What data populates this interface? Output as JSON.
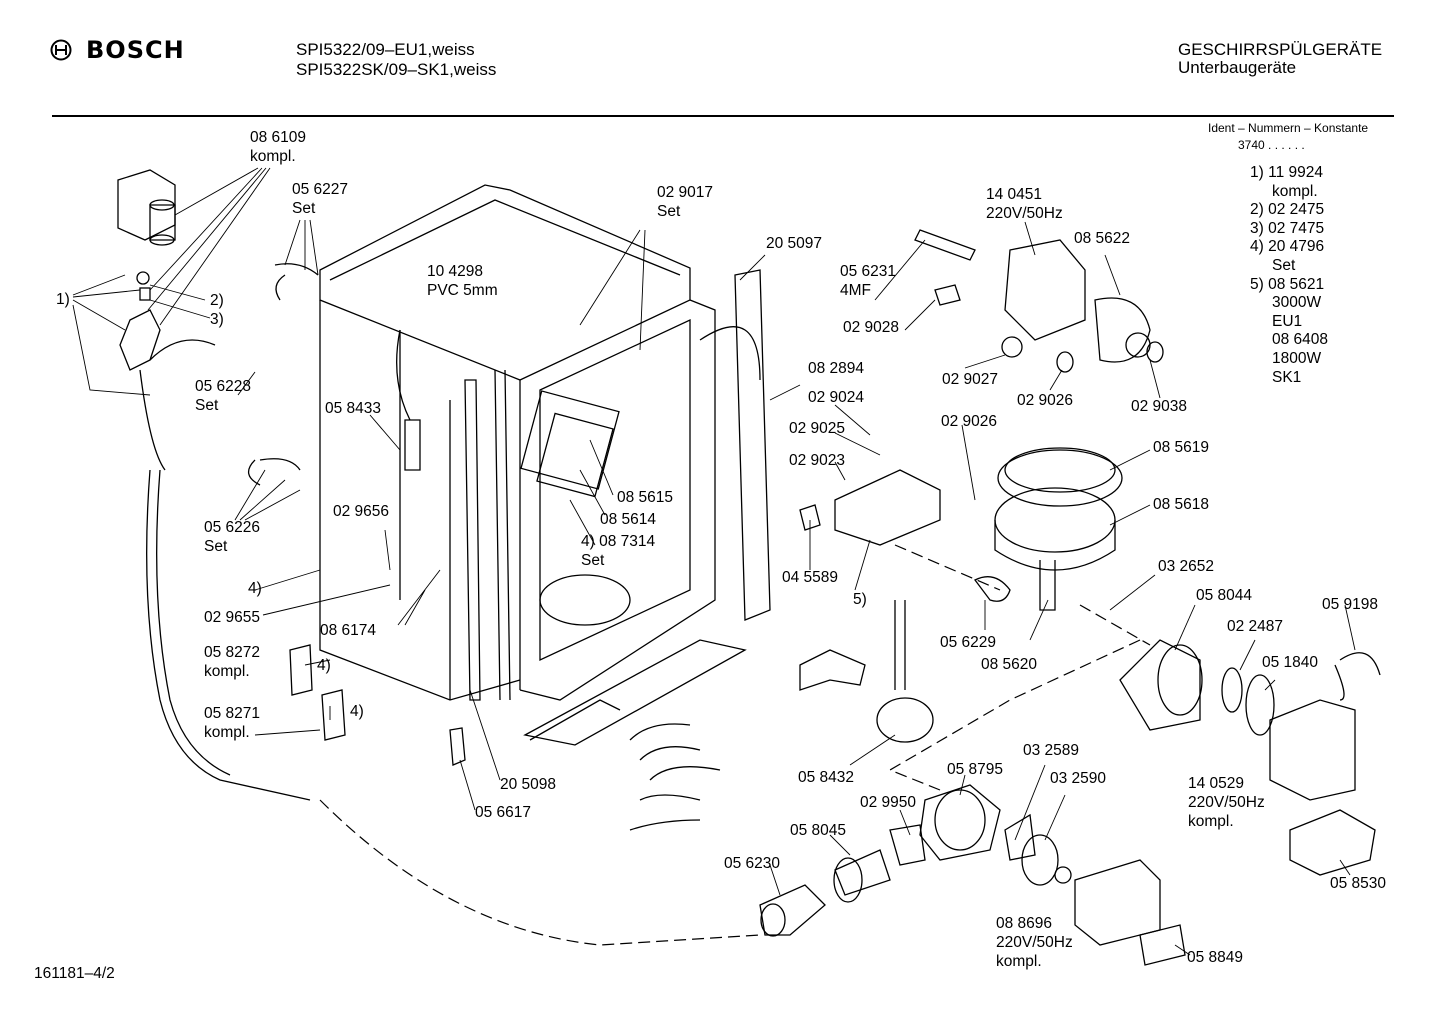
{
  "header": {
    "brand": "BOSCH",
    "model_lines": [
      "SPI5322/09–EU1,weiss",
      "SPI5322SK/09–SK1,weiss"
    ],
    "category": "GESCHIRRSPÜLGERÄTE",
    "subcategory": "Unterbaugeräte"
  },
  "ident": {
    "heading": "Ident – Nummern – Konstante",
    "code": "3740 . .   . . . .",
    "entries": [
      {
        "key": "1)",
        "lines": [
          "11 9924",
          "kompl."
        ]
      },
      {
        "key": "2)",
        "lines": [
          "02 2475"
        ]
      },
      {
        "key": "3)",
        "lines": [
          "02 7475"
        ]
      },
      {
        "key": "4)",
        "lines": [
          "20 4796",
          "Set"
        ]
      },
      {
        "key": "5)",
        "lines": [
          "08 5621",
          "3000W",
          "EU1",
          "08 6408",
          "1800W",
          "SK1"
        ]
      }
    ]
  },
  "parts": [
    {
      "id": "p086109",
      "text": "08 6109\nkompl."
    },
    {
      "id": "p056227",
      "text": "05 6227\nSet"
    },
    {
      "id": "p1",
      "text": "1)"
    },
    {
      "id": "p2",
      "text": "2)"
    },
    {
      "id": "p3",
      "text": "3)"
    },
    {
      "id": "p056228",
      "text": "05 6228\nSet"
    },
    {
      "id": "p056226",
      "text": "05 6226\nSet"
    },
    {
      "id": "p4a",
      "text": "4)"
    },
    {
      "id": "p029655",
      "text": "02 9655"
    },
    {
      "id": "p058272",
      "text": "05 8272\nkompl."
    },
    {
      "id": "p4b",
      "text": "4)"
    },
    {
      "id": "p058271",
      "text": "05 8271\nkompl."
    },
    {
      "id": "p4c",
      "text": "4)"
    },
    {
      "id": "p104298",
      "text": "10 4298\nPVC 5mm"
    },
    {
      "id": "p058433",
      "text": "05 8433"
    },
    {
      "id": "p029656",
      "text": "02 9656"
    },
    {
      "id": "p086174",
      "text": "08 6174"
    },
    {
      "id": "p029017",
      "text": "02 9017\nSet"
    },
    {
      "id": "p205097",
      "text": "20 5097"
    },
    {
      "id": "p085615",
      "text": "08 5615"
    },
    {
      "id": "p085614",
      "text": "08 5614"
    },
    {
      "id": "p087314",
      "text": "4) 08 7314\nSet"
    },
    {
      "id": "p205098",
      "text": "20 5098"
    },
    {
      "id": "p056617",
      "text": "05 6617"
    },
    {
      "id": "p140451",
      "text": "14 0451\n220V/50Hz"
    },
    {
      "id": "p056231",
      "text": "05 6231\n4MF"
    },
    {
      "id": "p085622",
      "text": "08 5622"
    },
    {
      "id": "p029028",
      "text": "02 9028"
    },
    {
      "id": "p029027",
      "text": "02 9027"
    },
    {
      "id": "p029026a",
      "text": "02 9026"
    },
    {
      "id": "p029038",
      "text": "02 9038"
    },
    {
      "id": "p082894",
      "text": "08 2894"
    },
    {
      "id": "p029024",
      "text": "02 9024"
    },
    {
      "id": "p029026b",
      "text": "02 9026"
    },
    {
      "id": "p029025",
      "text": "02 9025"
    },
    {
      "id": "p029023",
      "text": "02 9023"
    },
    {
      "id": "p085619",
      "text": "08 5619"
    },
    {
      "id": "p085618",
      "text": "08 5618"
    },
    {
      "id": "p045589",
      "text": "04 5589"
    },
    {
      "id": "p5",
      "text": "5)"
    },
    {
      "id": "p032652",
      "text": "03 2652"
    },
    {
      "id": "p058044",
      "text": "05 8044"
    },
    {
      "id": "p059198",
      "text": "05 9198"
    },
    {
      "id": "p022487",
      "text": "02 2487"
    },
    {
      "id": "p056229",
      "text": "05 6229"
    },
    {
      "id": "p085620",
      "text": "08 5620"
    },
    {
      "id": "p051840",
      "text": "05 1840"
    },
    {
      "id": "p058432",
      "text": "05 8432"
    },
    {
      "id": "p058795",
      "text": "05 8795"
    },
    {
      "id": "p032589",
      "text": "03 2589"
    },
    {
      "id": "p032590",
      "text": "03 2590"
    },
    {
      "id": "p140529",
      "text": "14 0529\n220V/50Hz\nkompl."
    },
    {
      "id": "p029950",
      "text": "02 9950"
    },
    {
      "id": "p058045",
      "text": "05 8045"
    },
    {
      "id": "p056230",
      "text": "05 6230"
    },
    {
      "id": "p058530",
      "text": "05 8530"
    },
    {
      "id": "p088696",
      "text": "08 8696\n220V/50Hz\nkompl."
    },
    {
      "id": "p058849",
      "text": "05 8849"
    }
  ],
  "footer": {
    "drawing_no": "161181–4/2"
  }
}
